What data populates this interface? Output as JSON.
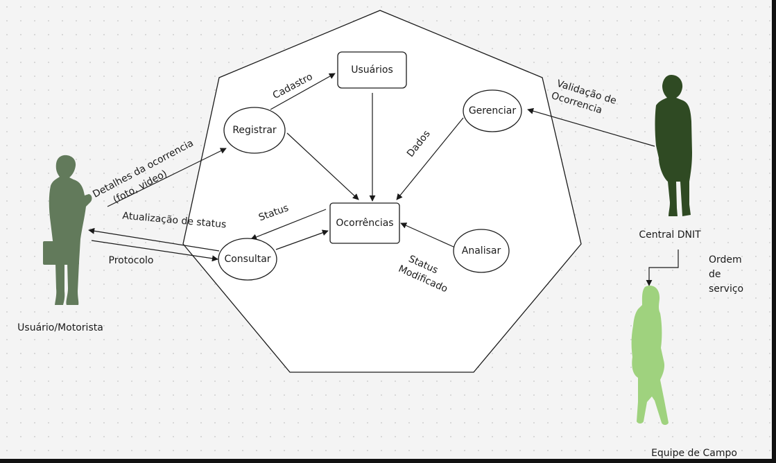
{
  "nodes": {
    "usuarios": "Usuários",
    "registrar": "Registrar",
    "gerenciar": "Gerenciar",
    "ocorrencias": "Ocorrências",
    "consultar": "Consultar",
    "analisar": "Analisar"
  },
  "edge_labels": {
    "cadastro": "Cadastro",
    "dados": "Dados",
    "status": "Status",
    "status_modificado_1": "Status",
    "status_modificado_2": "Modificado",
    "validacao_1": "Validação de",
    "validacao_2": "Ocorrencia",
    "detalhes_1": "Detalhes da ocorrencia",
    "detalhes_2": "(foto, video)",
    "atualizacao": "Atualização de status",
    "protocolo": "Protocolo",
    "ordem_1": "Ordem",
    "ordem_2": "de",
    "ordem_3": "serviço"
  },
  "actors": {
    "usuario": "Usuário/Motorista",
    "central": "Central DNIT",
    "equipe": "Equipe de Campo"
  },
  "colors": {
    "usuario_figure": "#627a5b",
    "central_figure": "#2f4a23",
    "equipe_figure": "#9fd27e",
    "stroke": "#1a1a1a",
    "canvas": "#f4f4f4"
  }
}
